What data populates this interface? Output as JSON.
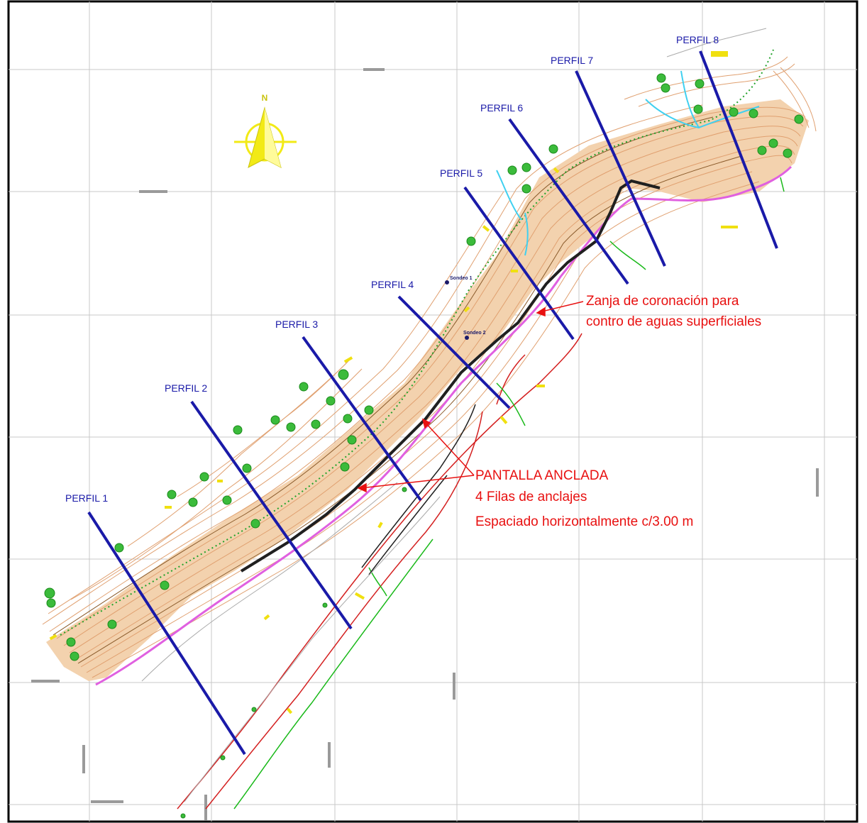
{
  "profiles": [
    {
      "label": "PERFIL 1"
    },
    {
      "label": "PERFIL 2"
    },
    {
      "label": "PERFIL 3"
    },
    {
      "label": "PERFIL 4"
    },
    {
      "label": "PERFIL 5"
    },
    {
      "label": "PERFIL 6"
    },
    {
      "label": "PERFIL 7"
    },
    {
      "label": "PERFIL 8"
    }
  ],
  "north_arrow": {
    "letter": "N",
    "icon": "north-arrow-icon"
  },
  "annotations": {
    "zanja_line1": "Zanja de coronación para",
    "zanja_line2": "contro de aguas superficiales",
    "pantalla_line1": "PANTALLA ANCLADA",
    "pantalla_line2": "4 Filas de anclajes",
    "pantalla_line3": "Espaciado horizontalmente c/3.00 m"
  },
  "small_labels": {
    "sondeo_1": "Sondeo 1",
    "sondeo_2": "Sondeo 2"
  },
  "colors": {
    "profile": "#1a1aa8",
    "annotation": "#e81010",
    "contour": "#e0a070",
    "slope_fill": "#f3d2ae",
    "north_arrow": "#f2ea16",
    "grid": "#c8c8c8",
    "road_edge": "#d42020",
    "road_green": "#19b919",
    "crest_dots": "#22a22a",
    "toe_magenta": "#e060e0",
    "wall": "#202020",
    "channel": "#40d0f0",
    "tree": "#3bbb3b"
  }
}
